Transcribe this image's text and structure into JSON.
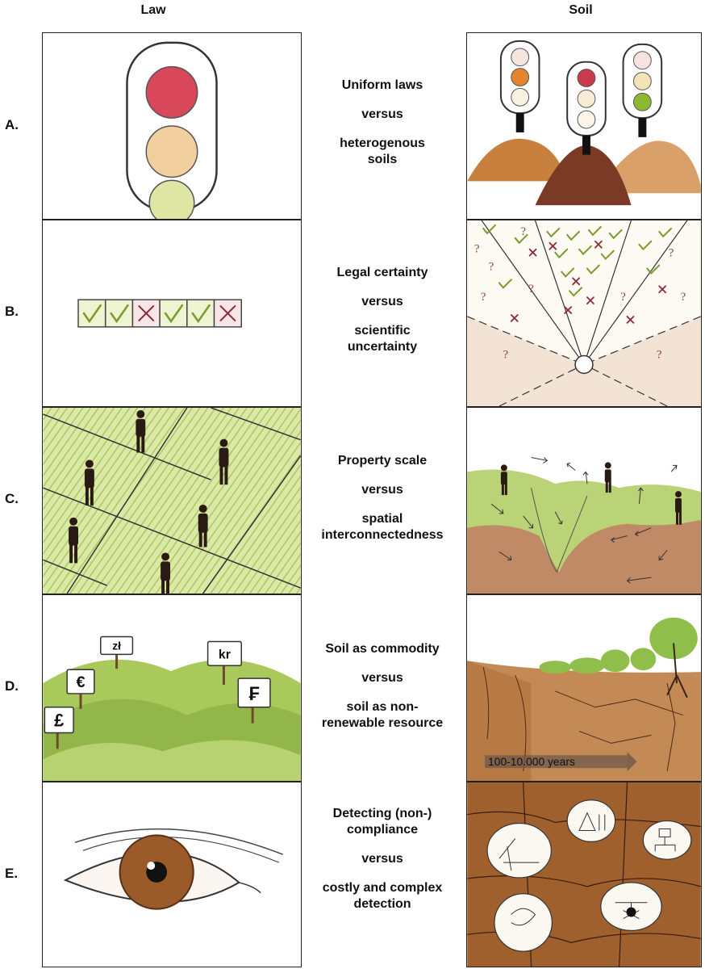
{
  "headers": {
    "law": "Law",
    "soil": "Soil"
  },
  "rows": [
    {
      "letter": "A.",
      "top_text": "Uniform laws",
      "middle_text": "versus",
      "bottom_text": "heterogenous soils"
    },
    {
      "letter": "B.",
      "top_text": "Legal certainty",
      "middle_text": "versus",
      "bottom_text": "scientific uncertainty"
    },
    {
      "letter": "C.",
      "top_text": "Property scale",
      "middle_text": "versus",
      "bottom_text": "spatial interconnectedness"
    },
    {
      "letter": "D.",
      "top_text": "Soil as commodity",
      "middle_text": "versus",
      "bottom_text": "soil as non-renewable resource"
    },
    {
      "letter": "E.",
      "top_text": "Detecting (non-) compliance",
      "middle_text": "versus",
      "bottom_text": "costly and complex detection"
    }
  ],
  "panel_labels": {
    "currency_zloty": "zł",
    "currency_krone": "kr",
    "currency_euro": "€",
    "currency_franc": "₣",
    "currency_pound": "£",
    "timescale": "100-10.000 years",
    "question_mark": "?"
  },
  "colors": {
    "red_light": "#d9475a",
    "amber_light": "#f2cf9f",
    "green_light": "#dfe6a4",
    "grass": "#a9c95a",
    "soil_brown": "#a8612f",
    "check_green": "#7a9a2a",
    "cross_red": "#8b2a35"
  }
}
